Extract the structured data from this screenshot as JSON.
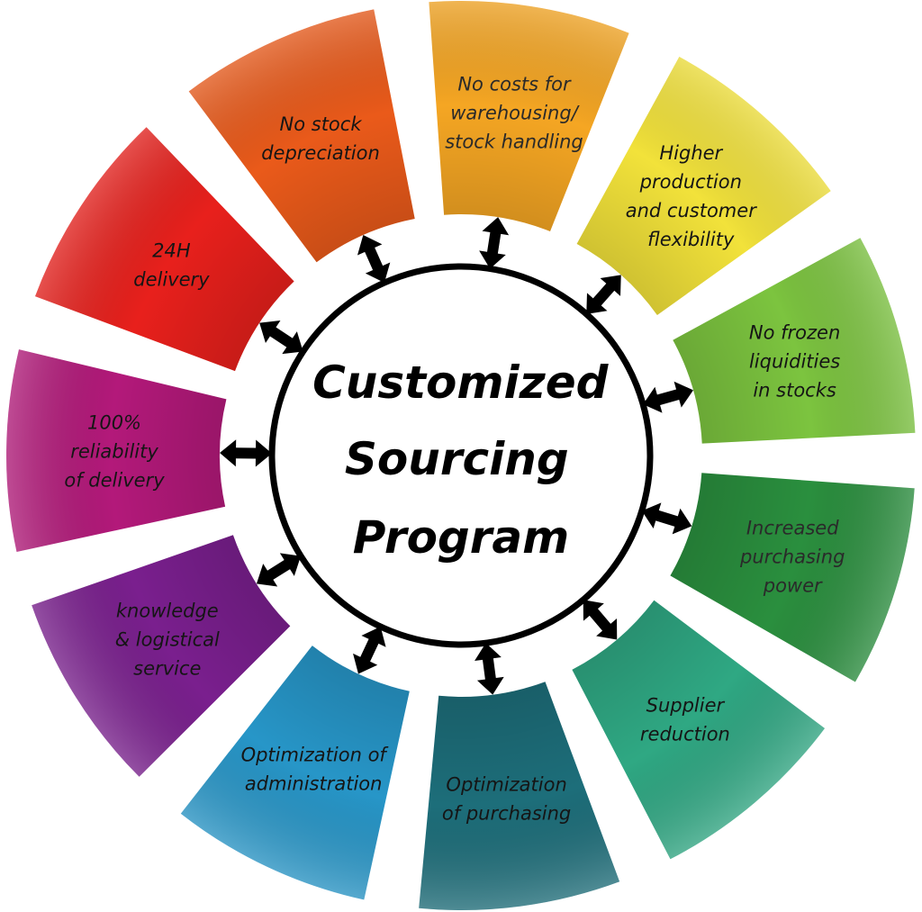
{
  "center": {
    "lines": [
      "Customized",
      "Sourcing",
      "Program"
    ]
  },
  "segments": [
    {
      "lines": [
        "24H",
        "delivery"
      ],
      "color": "#e8201c"
    },
    {
      "lines": [
        "No stock",
        "depreciation"
      ],
      "color": "#ea5a1a"
    },
    {
      "lines": [
        "No costs for",
        "warehousing/",
        "stock handling"
      ],
      "color": "#f5a623"
    },
    {
      "lines": [
        "Higher",
        "production",
        "and customer",
        "flexibility"
      ],
      "color": "#f2e23a"
    },
    {
      "lines": [
        "No frozen",
        "liquidities",
        "in stocks"
      ],
      "color": "#7cc43f"
    },
    {
      "lines": [
        "Increased",
        "purchasing",
        "power"
      ],
      "color": "#2a8f3e"
    },
    {
      "lines": [
        "Supplier",
        "reduction"
      ],
      "color": "#2fa883"
    },
    {
      "lines": [
        "Optimization",
        "of purchasing"
      ],
      "color": "#1d6e7a"
    },
    {
      "lines": [
        "Optimization of",
        "administration"
      ],
      "color": "#2796c8"
    },
    {
      "lines": [
        "knowledge",
        "& logistical",
        "service"
      ],
      "color": "#7a1f8e"
    },
    {
      "lines": [
        "100%",
        "reliability",
        "of delivery"
      ],
      "color": "#b3197a"
    }
  ]
}
